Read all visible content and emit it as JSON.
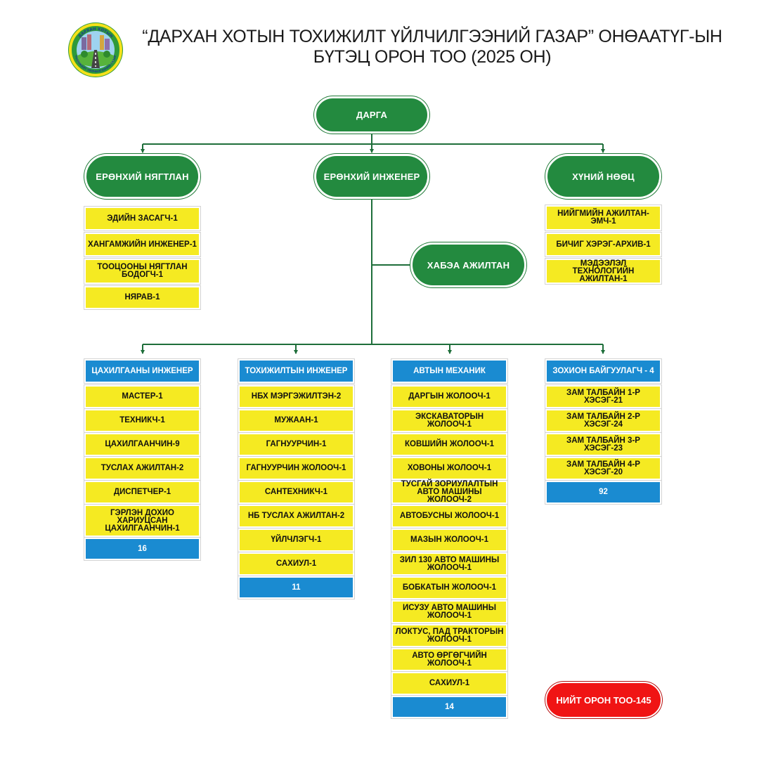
{
  "title": {
    "line1": "“ДАРХАН ХОТЫН ТОХИЖИЛТ ҮЙЛЧИЛГЭЭНИЙ ГАЗАР” ОНӨААТҮГ-ЫН",
    "line2": "БҮТЭЦ ОРОН ТОО (2025 ОН)"
  },
  "logo": {
    "top_text": "ДАРХАН ХОТЫН",
    "bottom_text": "ТОХИЖИЛТ ҮЙЛЧИЛГЭЭНИЙ ГАЗАР"
  },
  "colors": {
    "green": "#238a3f",
    "yellow": "#f5ea22",
    "blue": "#1a8bd1",
    "red": "#f01414"
  },
  "nodes": {
    "director": "ДАРГА",
    "chief_accountant": "ЕРӨНХИЙ НЯГТЛАН",
    "chief_engineer": "ЕРӨНХИЙ ИНЖЕНЕР",
    "human_resources": "ХҮНИЙ НӨӨЦ",
    "safety_officer": "ХАБЭА АЖИЛТАН"
  },
  "accountant_staff": [
    "ЭДИЙН ЗАСАГЧ-1",
    "ХАНГАМЖИЙН ИНЖЕНЕР-1",
    "ТООЦООНЫ НЯГТЛАН БОДОГЧ-1",
    "НЯРАВ-1"
  ],
  "hr_staff": [
    "НИЙГМИЙН АЖИЛТАН-ЭМЧ-1",
    "БИЧИГ ХЭРЭГ-АРХИВ-1",
    "МЭДЭЭЛЭЛ ТЕХНОЛОГИЙН АЖИЛТАН-1"
  ],
  "departments": [
    {
      "head": "ЦАХИЛГААНЫ ИНЖЕНЕР",
      "staff": [
        "МАСТЕР-1",
        "ТЕХНИКЧ-1",
        "ЦАХИЛГААНЧИН-9",
        "ТУСЛАХ АЖИЛТАН-2",
        "ДИСПЕТЧЕР-1",
        "ГЭРЛЭН ДОХИО ХАРИУЦСАН ЦАХИЛГААНЧИН-1"
      ],
      "total": "16"
    },
    {
      "head": "ТОХИЖИЛТЫН ИНЖЕНЕР",
      "staff": [
        "НБХ МЭРГЭЖИЛТЭН-2",
        "МУЖААН-1",
        "ГАГНУУРЧИН-1",
        "ГАГНУУРЧИН ЖОЛООЧ-1",
        "САНТЕХНИКЧ-1",
        "НБ ТУСЛАХ АЖИЛТАН-2",
        "ҮЙЛЧЛЭГЧ-1",
        "САХИУЛ-1"
      ],
      "total": "11"
    },
    {
      "head": "АВТЫН МЕХАНИК",
      "staff": [
        "ДАРГЫН ЖОЛООЧ-1",
        "ЭКСКАВАТОРЫН ЖОЛООЧ-1",
        "КОВШИЙН ЖОЛООЧ-1",
        "ХОВОНЫ ЖОЛООЧ-1",
        "ТУСГАЙ ЗОРИУЛАЛТЫН АВТО МАШИНЫ ЖОЛООЧ-2",
        "АВТОБУСНЫ ЖОЛООЧ-1",
        "МАЗЫН ЖОЛООЧ-1",
        "ЗИЛ 130 АВТО МАШИНЫ ЖОЛООЧ-1",
        "БОБКАТЫН ЖОЛООЧ-1",
        "ИСУЗУ АВТО МАШИНЫ ЖОЛООЧ-1",
        "ЛОКТУС, ПАД ТРАКТОРЫН ЖОЛООЧ-1",
        "АВТО ӨРГӨГЧИЙН ЖОЛООЧ-1",
        "САХИУЛ-1"
      ],
      "total": "14"
    },
    {
      "head": "ЗОХИОН БАЙГУУЛАГЧ - 4",
      "staff": [
        "ЗАМ ТАЛБАЙН 1-Р ХЭСЭГ-21",
        "ЗАМ ТАЛБАЙН 2-Р ХЭСЭГ-24",
        "ЗАМ ТАЛБАЙН 3-Р ХЭСЭГ-23",
        "ЗАМ ТАЛБАЙН 4-Р ХЭСЭГ-20"
      ],
      "total": "92"
    }
  ],
  "grand_total": "НИЙТ ОРОН ТОО-145"
}
